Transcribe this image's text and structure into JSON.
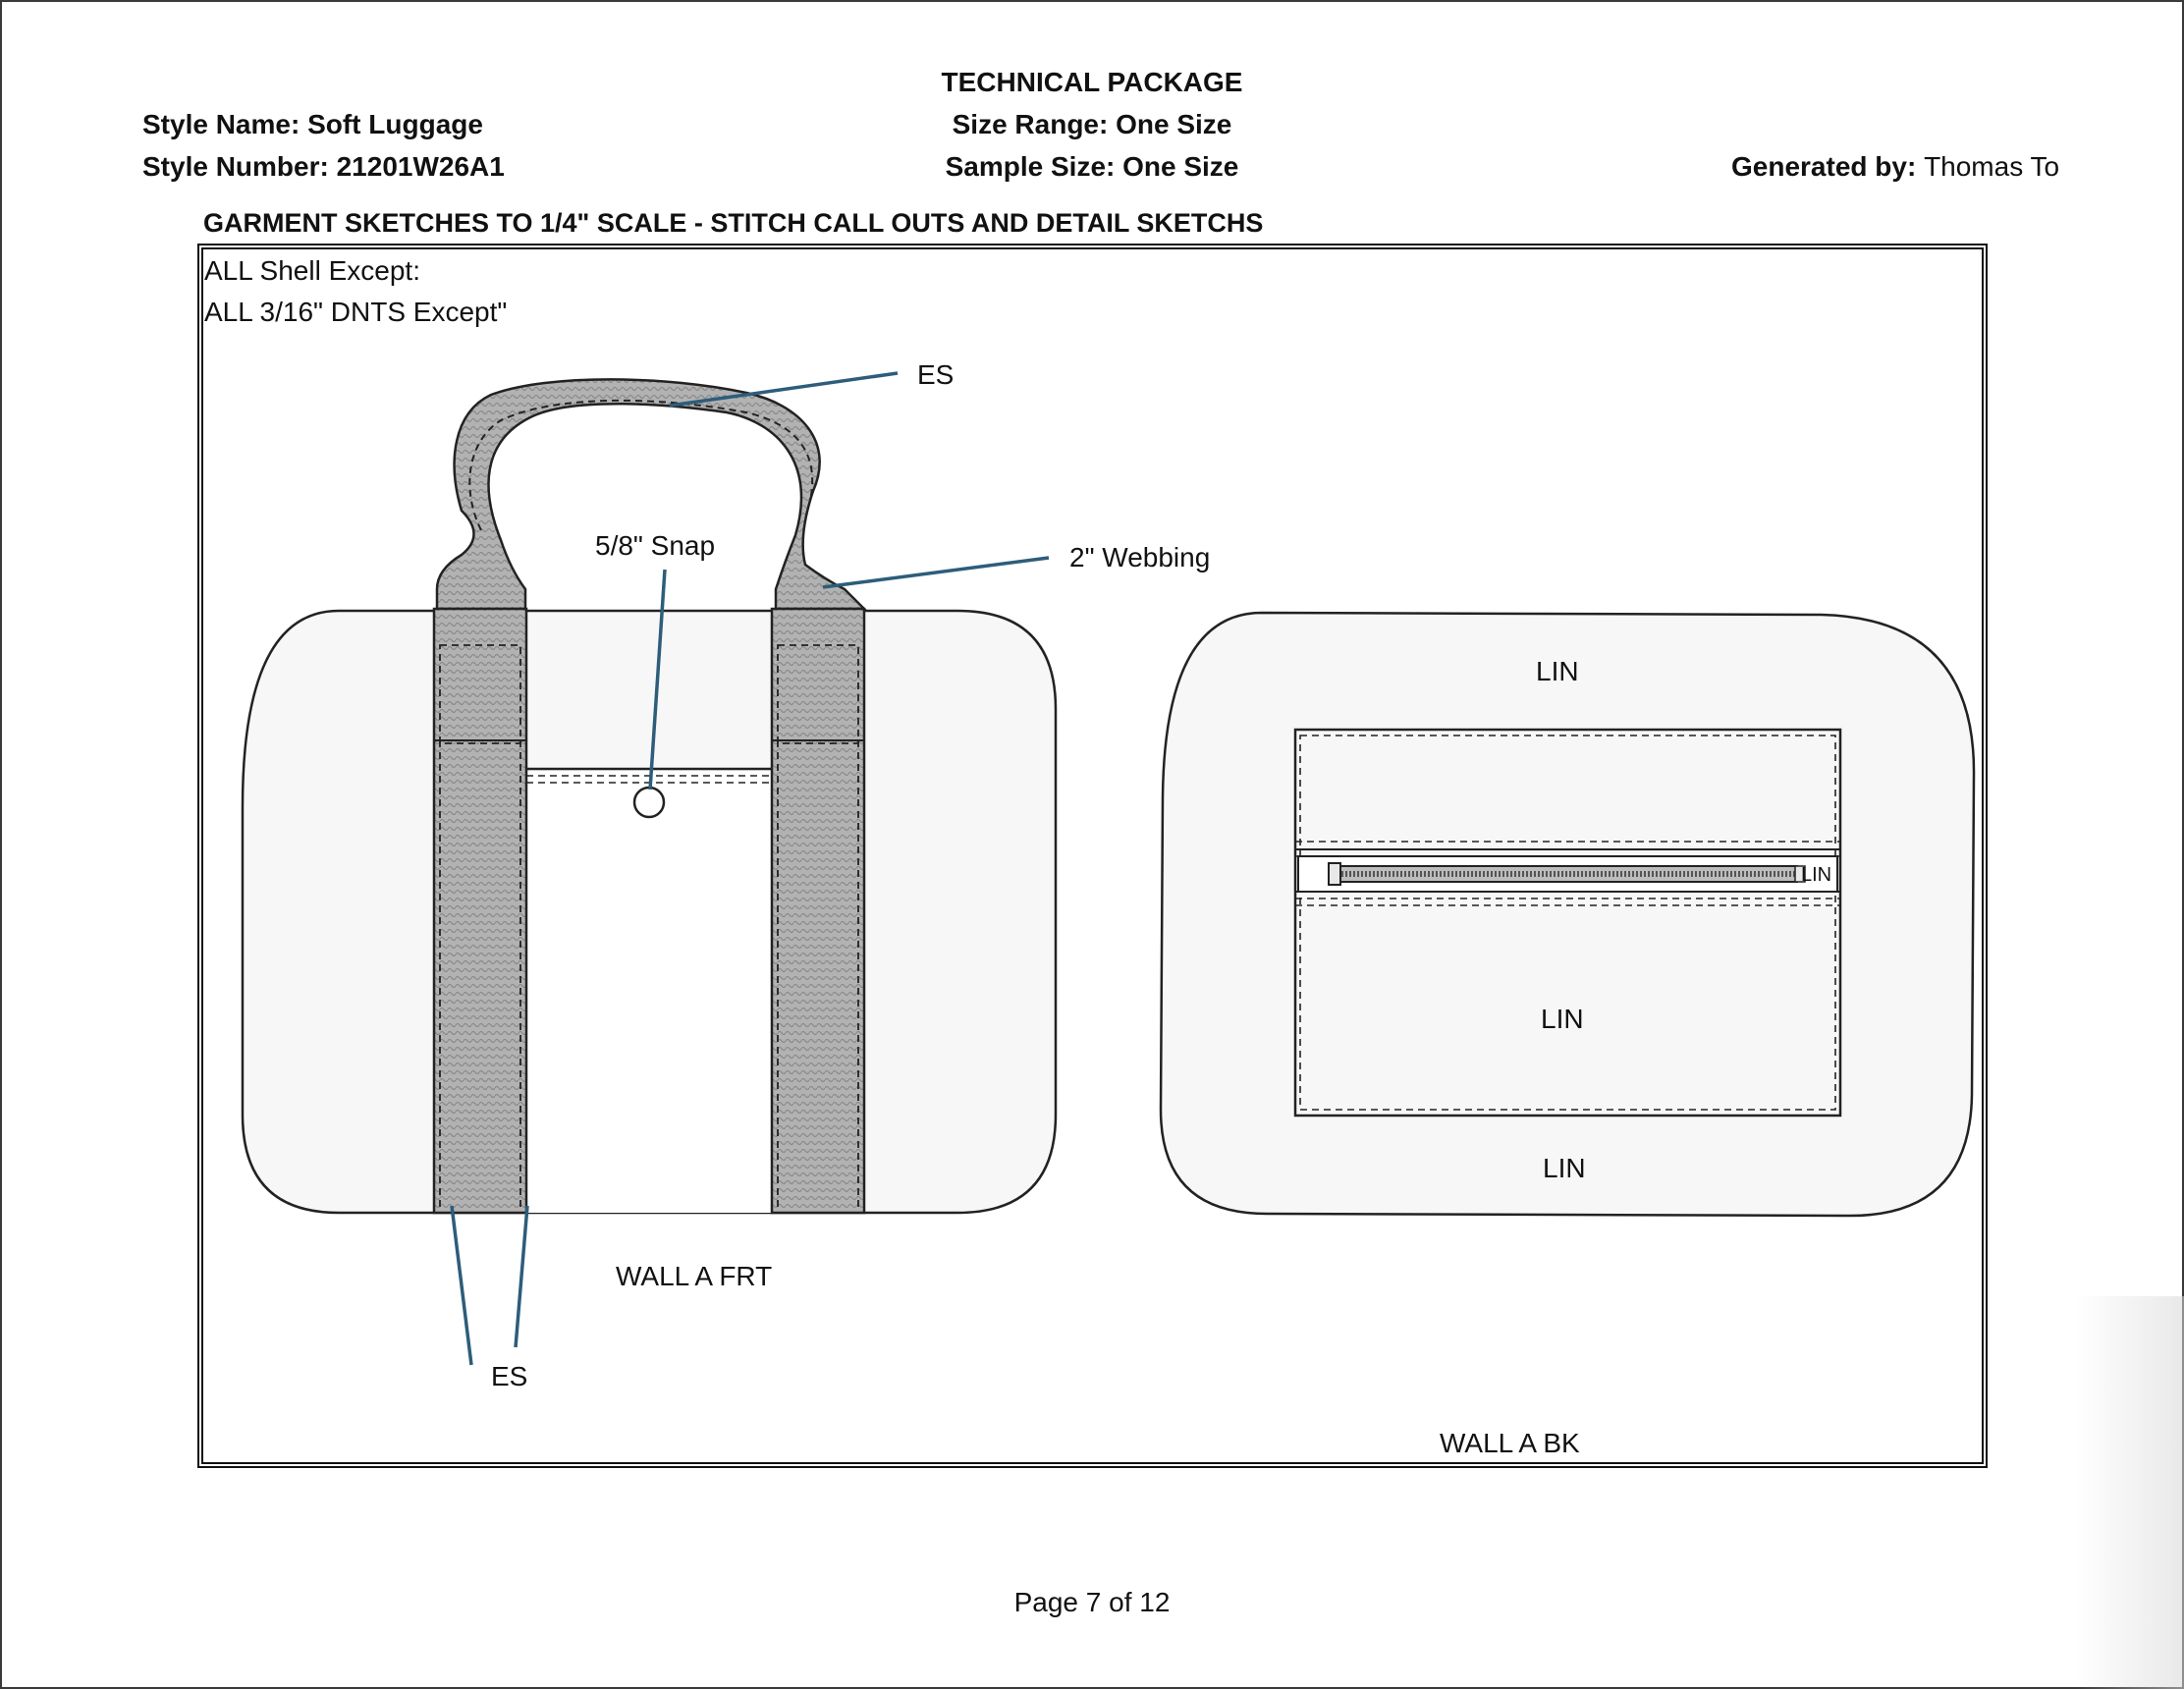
{
  "header": {
    "title": "TECHNICAL PACKAGE",
    "style_name": "Style Name: Soft Luggage",
    "style_number": "Style Number: 21201W26A1",
    "size_range": "Size Range: One Size",
    "sample_size": "Sample Size: One Size",
    "generated_by_label": "Generated by:",
    "generated_by_value": "Thomas To"
  },
  "section": {
    "title": "GARMENT SKETCHES TO 1/4\" SCALE - STITCH CALL OUTS AND DETAIL SKETCHS",
    "note_shell": "ALL Shell Except:",
    "note_stitch": "ALL 3/16\" DNTS Except\""
  },
  "callouts": {
    "es_top": "ES",
    "snap": "5/8\" Snap",
    "webbing": "2\" Webbing",
    "es_bottom": "ES",
    "wall_front": "WALL A FRT",
    "lin_top": "LIN",
    "lin_zip": "LIN",
    "lin_pocket": "LIN",
    "lin_bottom": "LIN",
    "wall_back": "WALL A BK"
  },
  "colors": {
    "callout_line": "#2d5d7a",
    "webbing_fill": "#a9a9a9",
    "panel_fill": "#f7f7f7"
  },
  "footer": {
    "page": "Page 7 of 12"
  }
}
